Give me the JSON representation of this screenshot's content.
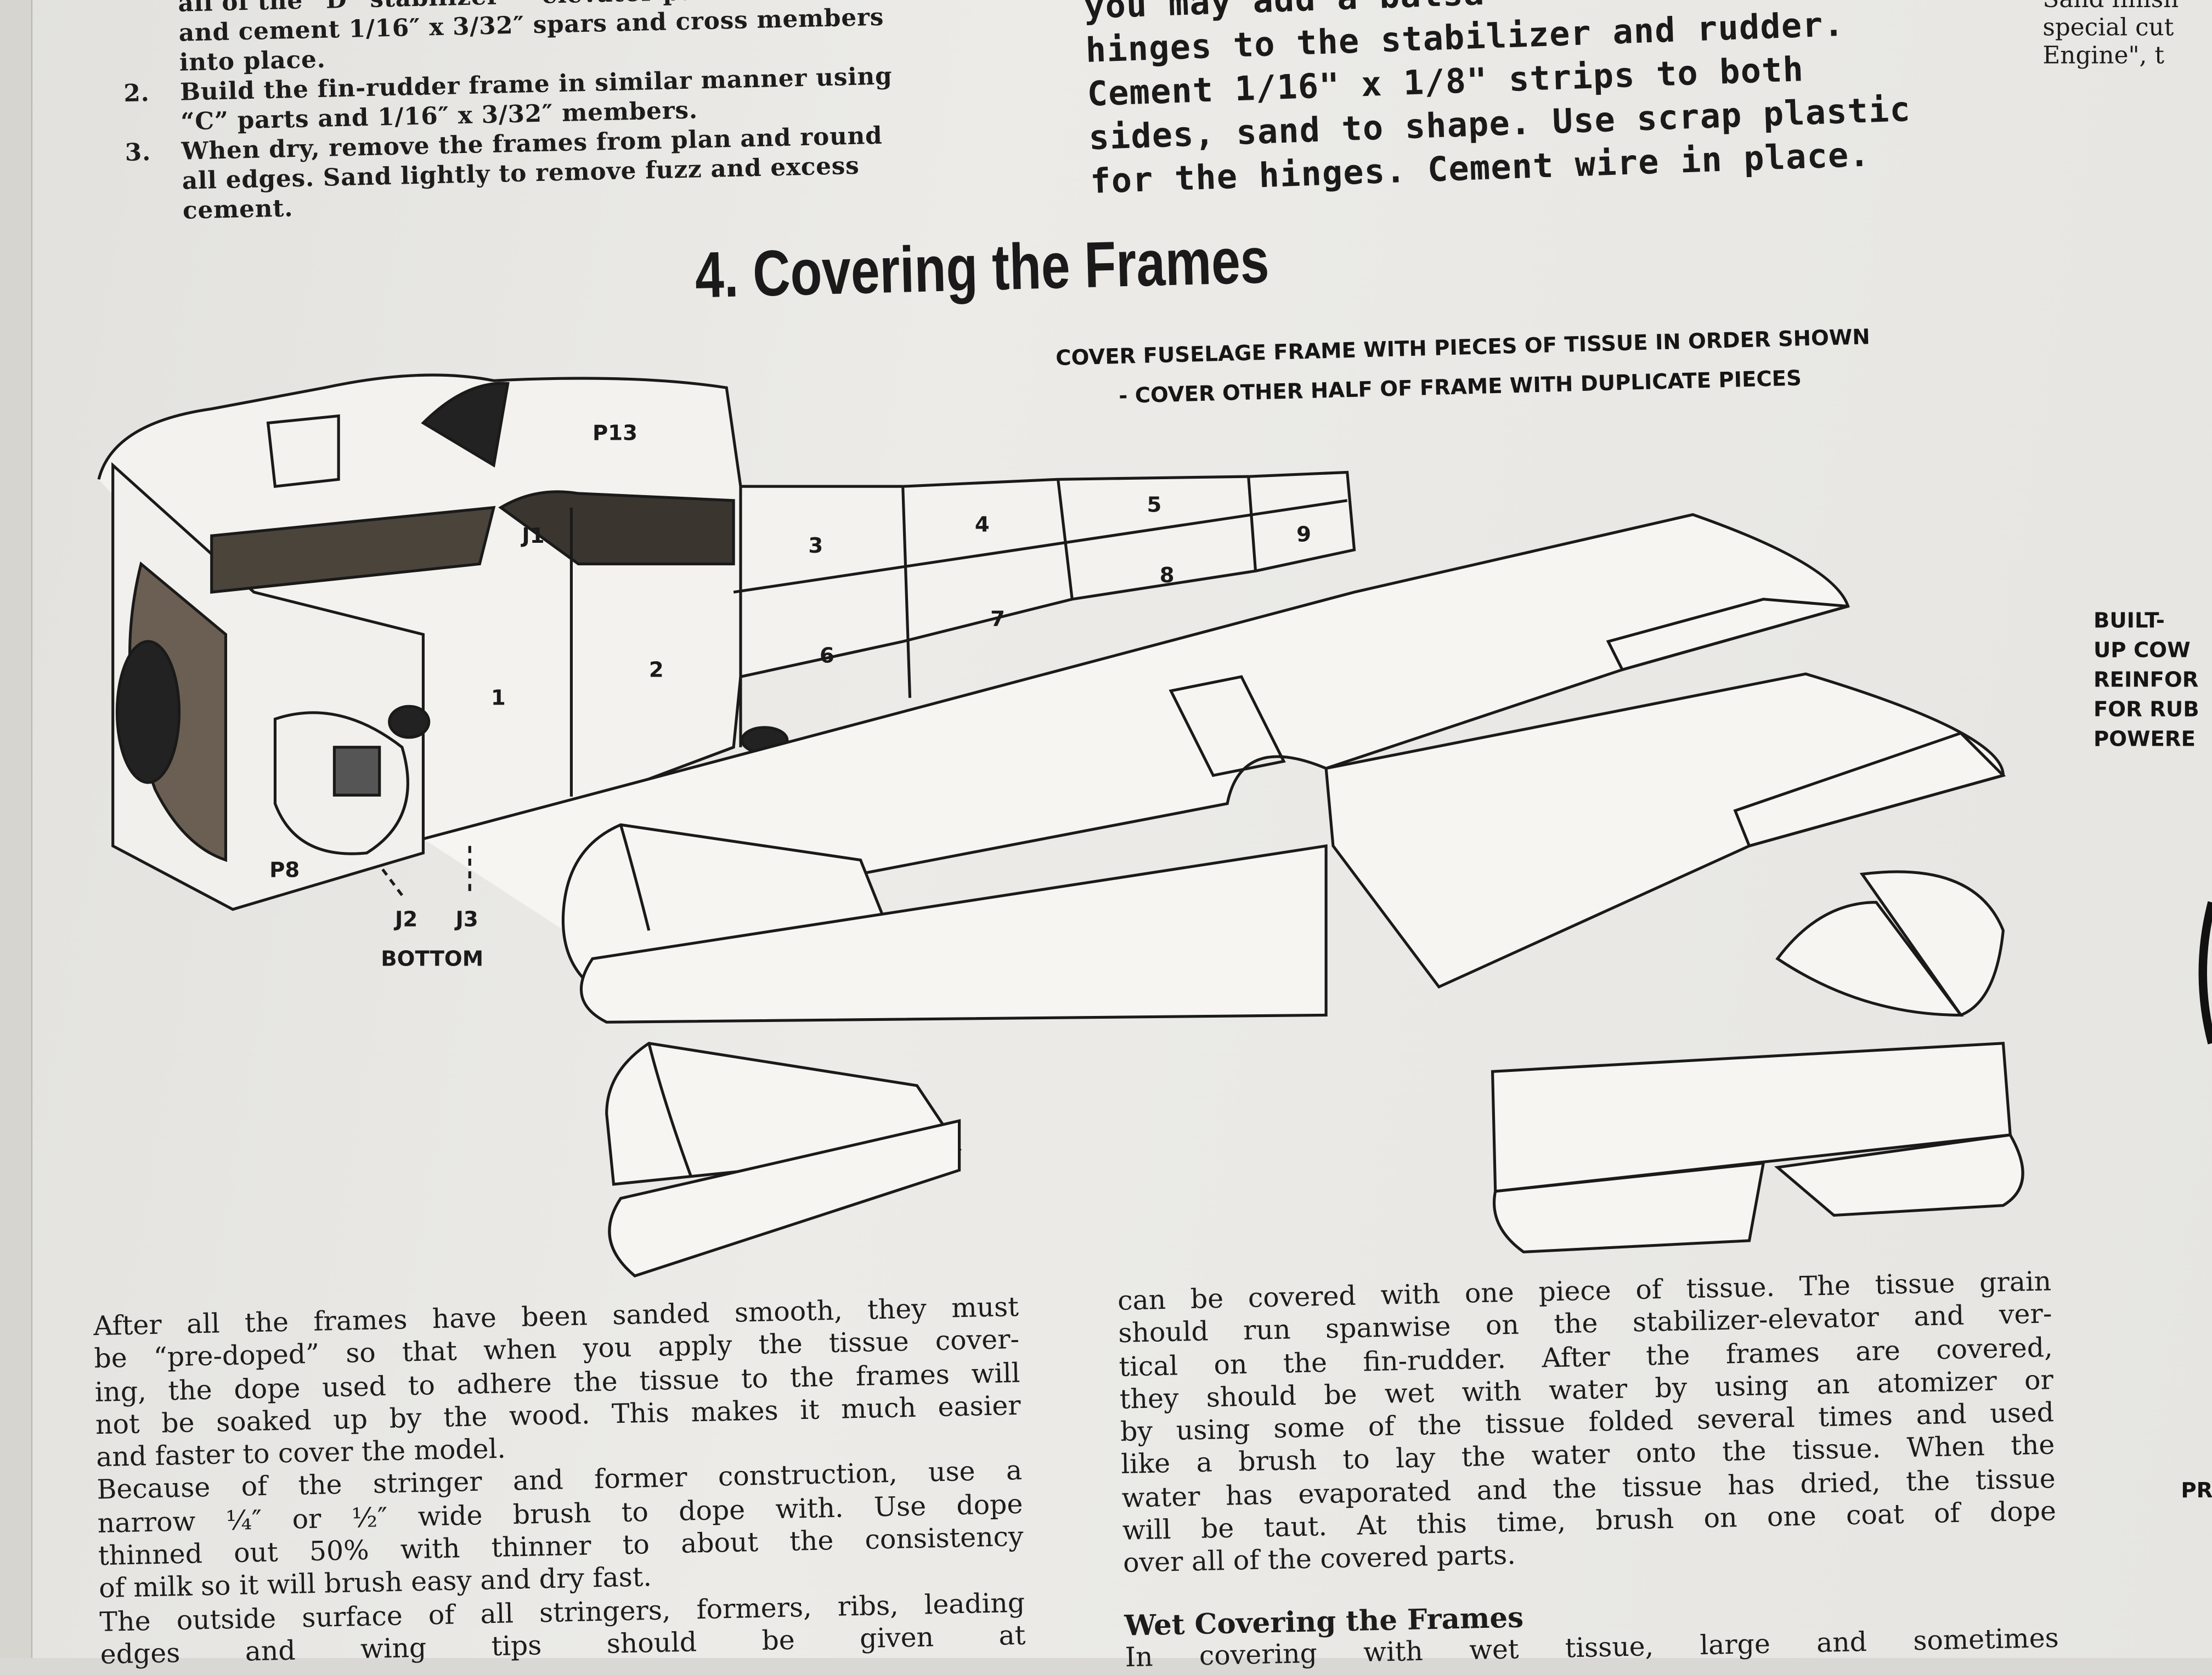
{
  "top_left_steps": {
    "lines_first": [
      "all of the “D” stabilizer — elevator parts.",
      "and cement 1/16″ x 3/32″ spars and cross members",
      "into place."
    ],
    "items": [
      {
        "num": "2.",
        "lines": [
          "Build the fin-rudder frame in similar manner using",
          "“C” parts and 1/16″ x 3/32″ members."
        ]
      },
      {
        "num": "3.",
        "lines": [
          "When dry, remove the frames from plan and round",
          "all edges.  Sand lightly to remove fuzz and excess",
          "cement."
        ]
      }
    ]
  },
  "top_middle_note": [
    "you may add a balsa",
    "hinges to the stabilizer and rudder.",
    "Cement 1/16\" x 1/8\" strips to both",
    "sides, sand to shape.  Use scrap plastic",
    "for the hinges.  Cement wire in place."
  ],
  "top_right_fragment": [
    "Sand finish",
    "special cut",
    "Engine\", t"
  ],
  "section_title": "4. Covering the Frames",
  "diagram": {
    "caption": [
      "COVER FUSELAGE FRAME WITH PIECES OF TISSUE IN ORDER SHOWN",
      "- COVER OTHER HALF OF FRAME  WITH DUPLICATE PIECES"
    ],
    "labels": {
      "p13": "P13",
      "j1": "J1",
      "n1": "1",
      "n2": "2",
      "n3": "3",
      "n4": "4",
      "n5": "5",
      "n6": "6",
      "n7": "7",
      "n8": "8",
      "n9": "9",
      "p8": "P8",
      "j2": "J2",
      "j3": "J3",
      "bottom": "BOTTOM"
    }
  },
  "side_note": [
    "BUILT-",
    "UP COW",
    "REINFOR",
    "FOR RUB",
    "POWERE"
  ],
  "side_bottom": "PR",
  "body_left": [
    "After all the frames have been sanded smooth, they must",
    "be “pre-doped” so that when you apply the tissue cover-",
    "ing, the dope used to adhere the tissue to the frames will",
    "not be soaked up by the wood.  This makes it much easier",
    "and faster to cover the model.",
    "Because of the stringer and former construction, use a",
    "narrow ¼″ or ½″ wide brush to dope with.  Use dope",
    "thinned out 50% with thinner to about the consistency",
    "of milk so it will brush easy and dry fast.",
    "The outside surface of all stringers, formers, ribs, leading",
    "edges and wing tips should be given at"
  ],
  "body_right": [
    "can be covered with one piece of tissue.  The tissue grain",
    "should run spanwise on the stabilizer-elevator and ver-",
    "tical on the fin-rudder.  After the frames are covered,",
    "they should be wet with water by using an atomizer or",
    "by using some of the tissue folded several times and used",
    "like a brush to lay the water onto the tissue.  When the",
    "water has evaporated and the tissue has dried, the tissue",
    "will be taut.  At this time, brush on one coat of dope",
    "over all of the covered parts."
  ],
  "wet_heading": "Wet Covering the Frames",
  "wet_line": "In covering with wet tissue, large and sometimes"
}
